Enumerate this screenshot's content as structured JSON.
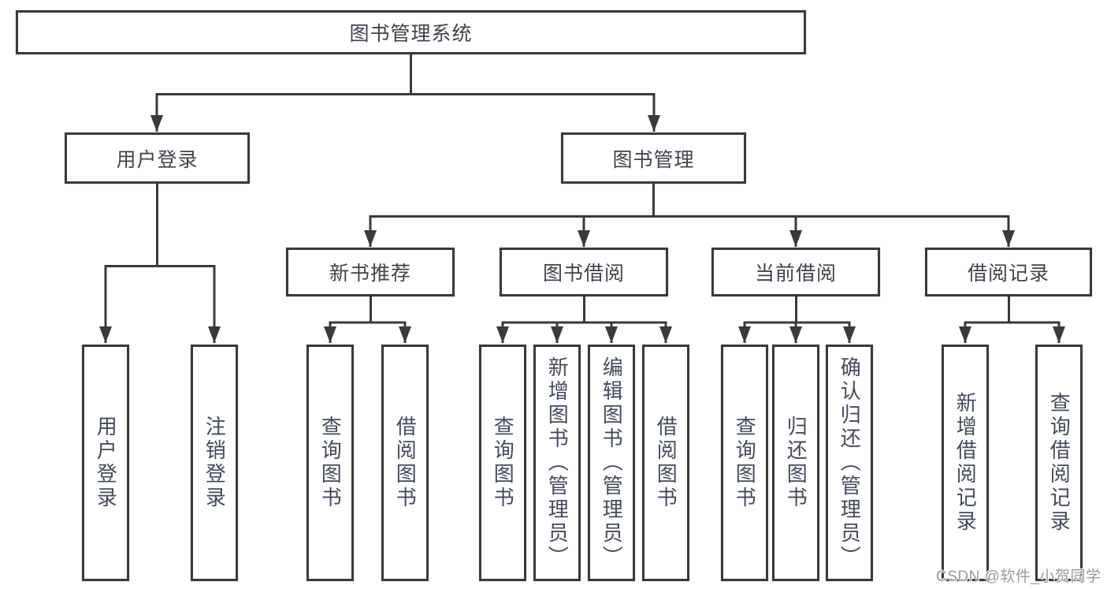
{
  "page": {
    "background": "#ffffff"
  },
  "colors": {
    "line": "#3a3a3a",
    "text": "#3e434e",
    "leaf-text": "#434b5c",
    "watermark": "#9a9a9a"
  },
  "tree": {
    "root": {
      "label": "图书管理系统"
    },
    "level2": [
      {
        "label": "用户登录",
        "children": [
          {
            "label": "用户登录"
          },
          {
            "label": "注销登录"
          }
        ]
      },
      {
        "label": "图书管理",
        "children": [
          {
            "label": "新书推荐",
            "children": [
              {
                "label": "查询图书"
              },
              {
                "label": "借阅图书"
              }
            ]
          },
          {
            "label": "图书借阅",
            "children": [
              {
                "label": "查询图书"
              },
              {
                "label": "新增图书（管理员）"
              },
              {
                "label": "编辑图书（管理员）"
              },
              {
                "label": "借阅图书"
              }
            ]
          },
          {
            "label": "当前借阅",
            "children": [
              {
                "label": "查询图书"
              },
              {
                "label": "归还图书"
              },
              {
                "label": "确认归还（管理员）"
              }
            ]
          },
          {
            "label": "借阅记录",
            "children": [
              {
                "label": "新增借阅记录"
              },
              {
                "label": "查询借阅记录"
              }
            ]
          }
        ]
      }
    ]
  },
  "watermark": {
    "text": "CSDN @软件_小贺同学"
  }
}
